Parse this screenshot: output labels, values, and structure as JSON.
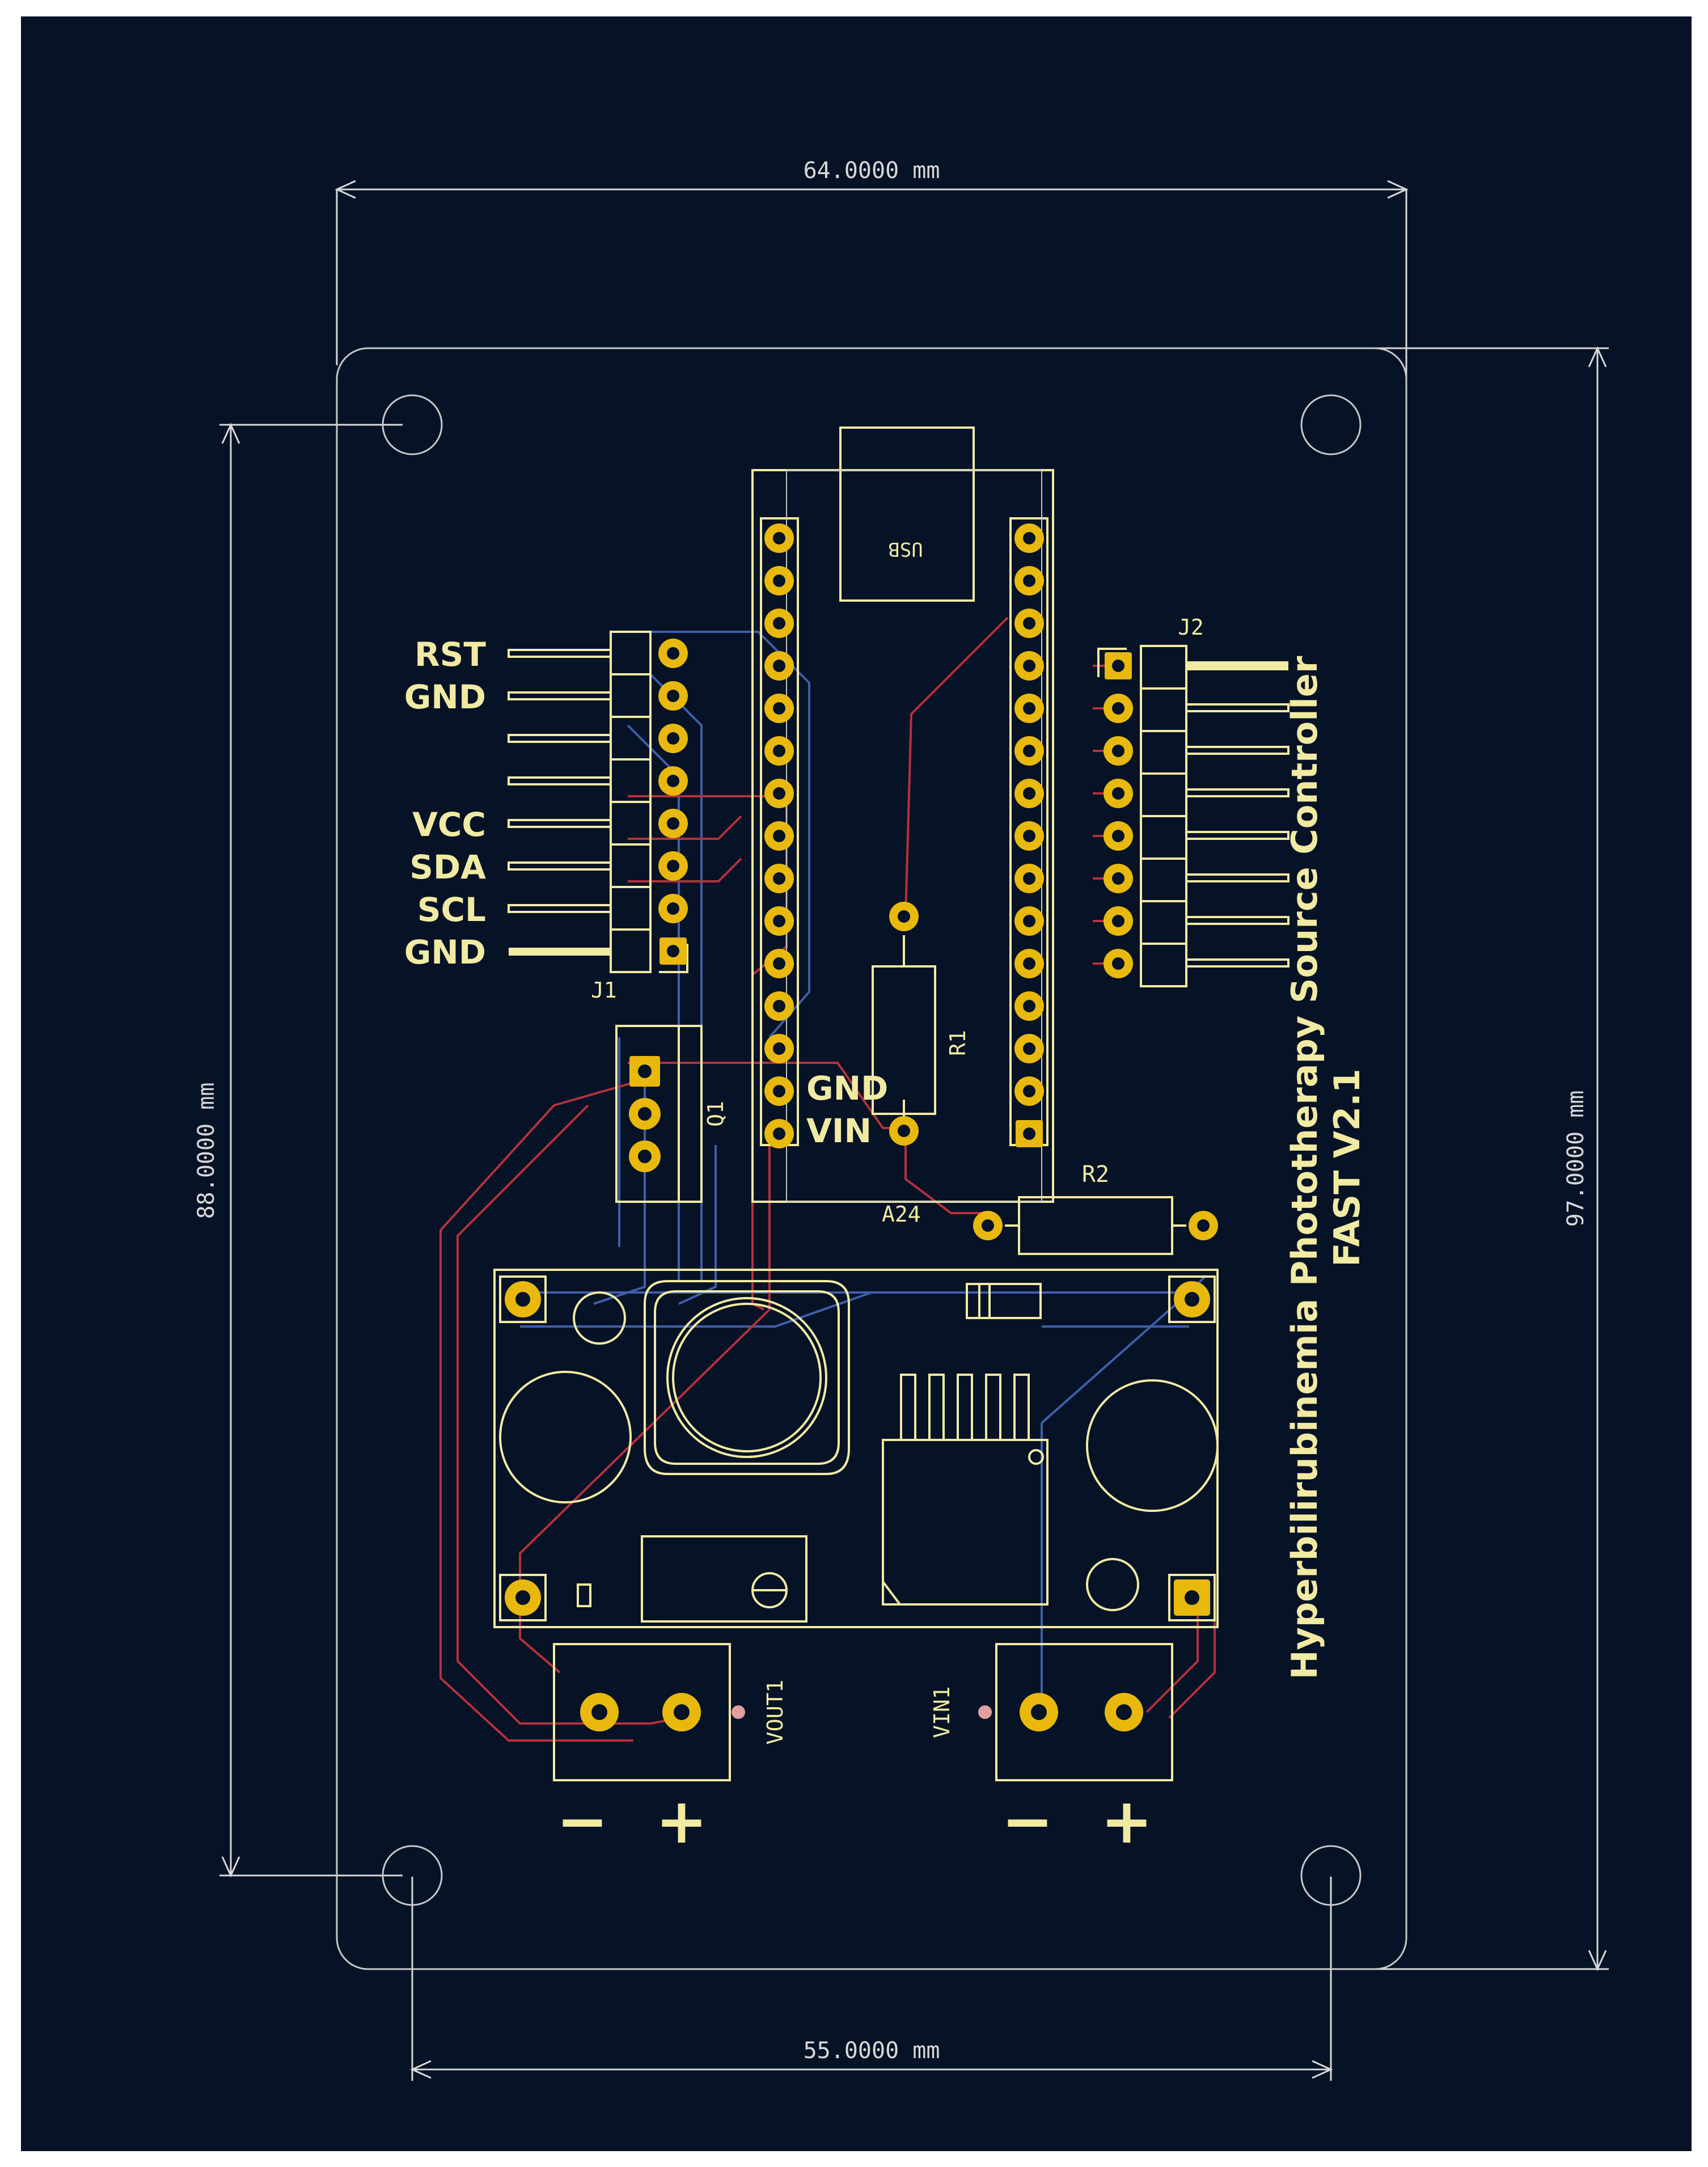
{
  "dimensions": {
    "board_width": "64.0000 mm",
    "board_height": "97.0000 mm",
    "hole_vertical": "88.0000 mm",
    "hole_horizontal": "55.0000 mm"
  },
  "mcu": {
    "usb_label": "USB",
    "gnd_label": "GND",
    "vin_label": "VIN",
    "ref_label": "A24"
  },
  "j1": {
    "ref": "J1",
    "pin_labels": [
      "RST",
      "GND",
      "",
      "",
      "VCC",
      "SDA",
      "SCL",
      "GND"
    ]
  },
  "j2": {
    "ref": "J2"
  },
  "components": {
    "q1": "Q1",
    "r1": "R1",
    "r2": "R2",
    "vout": "VOUT1",
    "vin": "VIN1"
  },
  "polarity": {
    "minus": "−",
    "plus": "+"
  },
  "board_title": {
    "line1": "Hyperbilirubinemia  Phototherapy  Source  Controller",
    "line2": "FAST V2.1"
  },
  "colors": {
    "background": "#061226",
    "silkscreen": "#f1eaa2",
    "pad": "#e8b90c",
    "front_copper": "#b5313c",
    "back_copper": "#3f5fa8",
    "edge_cuts": "#c8c8c8"
  }
}
